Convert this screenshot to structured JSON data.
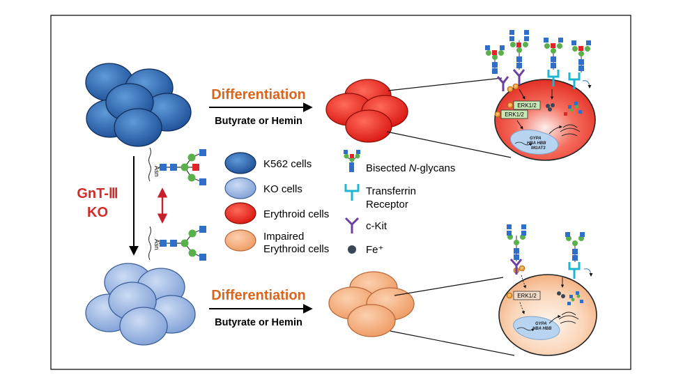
{
  "labels": {
    "differentiation": "Differentiation",
    "treatment": "Butyrate or Hemin",
    "knockout_line1": "GnT-Ⅲ",
    "knockout_line2": "KO",
    "asn": "Asn"
  },
  "legend": {
    "cells": [
      {
        "label": "K562 cells",
        "color": "#2e6db4"
      },
      {
        "label": "KO cells",
        "color": "#9ab8e4"
      },
      {
        "label": "Erythroid cells",
        "color": "#f0332a"
      },
      {
        "label_line1": "Impaired",
        "label_line2": "Erythroid cells",
        "color": "#f7b487"
      }
    ],
    "bisected_prefix": "Bisected ",
    "bisected_italic": "N",
    "bisected_suffix": "-glycans",
    "transferrin_line1": "Transferrin",
    "transferrin_line2": "Receptor",
    "ckit": "c-Kit",
    "fe": "Fe⁺"
  },
  "cell_detail": {
    "top": {
      "erk1": "ERK1/2",
      "erk2": "ERK1/2",
      "genes": "GYPA HBA HBB MGAT3",
      "gene_line1": "GYPA",
      "gene_line2": "HBA HBB",
      "gene_line3": "MGAT3",
      "p": "P"
    },
    "bottom": {
      "erk1": "ERK1/2",
      "gene_line1": "GYPA",
      "gene_line2": "HBA HBB",
      "p": "P"
    }
  },
  "colors": {
    "k562": "#2e6db4",
    "ko": "#9ab8e4",
    "erythroid": "#f0332a",
    "impaired": "#f7b487",
    "differentiation_text": "#d9661e",
    "knockout_text": "#d42a2a",
    "double_arrow": "#c8202a",
    "glycan_blue": "#2f6fc9",
    "glycan_green": "#5ab04c",
    "glycan_red": "#e0242a",
    "receptor_cyan": "#1fb6d2",
    "ckit_purple": "#6c3fa0",
    "fe_dark": "#3a4556"
  }
}
